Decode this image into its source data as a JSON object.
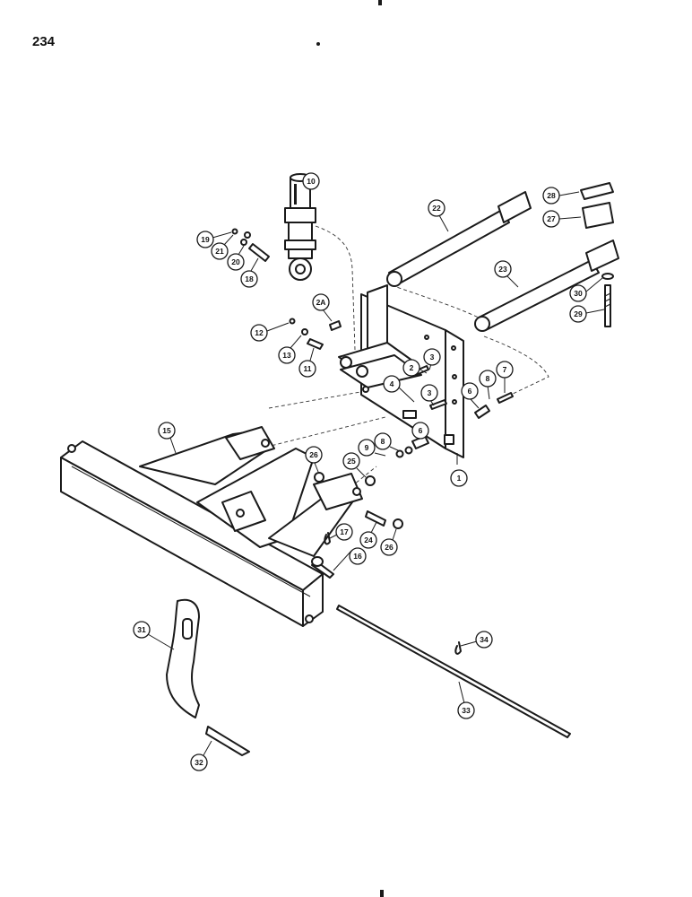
{
  "page_number": "234",
  "callouts": [
    {
      "id": "c1",
      "label": "1"
    },
    {
      "id": "c2",
      "label": "2"
    },
    {
      "id": "c3a",
      "label": "3"
    },
    {
      "id": "c3b",
      "label": "3"
    },
    {
      "id": "c4",
      "label": "4"
    },
    {
      "id": "c6a",
      "label": "6"
    },
    {
      "id": "c6b",
      "label": "6"
    },
    {
      "id": "c7",
      "label": "7"
    },
    {
      "id": "c8a",
      "label": "8"
    },
    {
      "id": "c8b",
      "label": "8"
    },
    {
      "id": "c9",
      "label": "9"
    },
    {
      "id": "c10",
      "label": "10"
    },
    {
      "id": "c11",
      "label": "11"
    },
    {
      "id": "c12",
      "label": "12"
    },
    {
      "id": "c13",
      "label": "13"
    },
    {
      "id": "c15",
      "label": "15"
    },
    {
      "id": "c16",
      "label": "16"
    },
    {
      "id": "c17",
      "label": "17"
    },
    {
      "id": "c18",
      "label": "18"
    },
    {
      "id": "c19",
      "label": "19"
    },
    {
      "id": "c20",
      "label": "20"
    },
    {
      "id": "c21",
      "label": "21"
    },
    {
      "id": "c22",
      "label": "22"
    },
    {
      "id": "c23",
      "label": "23"
    },
    {
      "id": "c24",
      "label": "24"
    },
    {
      "id": "c2A",
      "label": "2A"
    },
    {
      "id": "c25",
      "label": "25"
    },
    {
      "id": "c26a",
      "label": "26"
    },
    {
      "id": "c26b",
      "label": "26"
    },
    {
      "id": "c27",
      "label": "27"
    },
    {
      "id": "c28",
      "label": "28"
    },
    {
      "id": "c29",
      "label": "29"
    },
    {
      "id": "c30",
      "label": "30"
    },
    {
      "id": "c31",
      "label": "31"
    },
    {
      "id": "c32",
      "label": "32"
    },
    {
      "id": "c33",
      "label": "33"
    },
    {
      "id": "c34",
      "label": "34"
    }
  ]
}
